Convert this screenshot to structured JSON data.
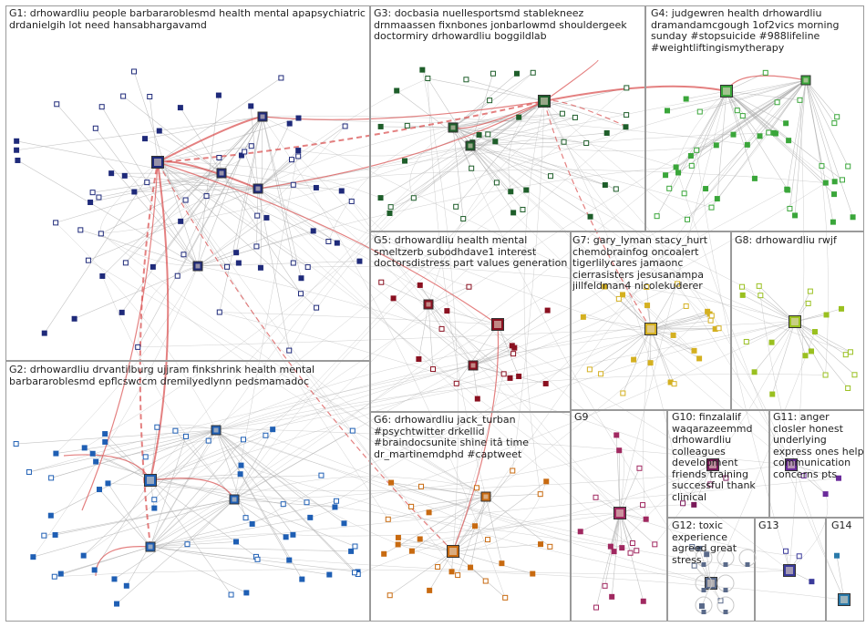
{
  "graph": {
    "background": "#ffffff",
    "box_border_color": "#9a9a9a",
    "edge_color": "#b0b0b0",
    "highlight_edge_color": "#d84a4a",
    "groups": [
      {
        "id": "G1",
        "label": "G1: drhowardliu people barbararoblesmd health mental apapsychiatric drdanielgih lot need hansabhargavamd",
        "color": "#1f2a7a"
      },
      {
        "id": "G2",
        "label": "G2: drhowardliu drvantilburg ujjram finkshrink health mental barbararoblesmd epflcswccm dremilyedlynn pedsmamadoc",
        "color": "#1f5fb4"
      },
      {
        "id": "G3",
        "label": "G3: docbasia nuellesportsmd stablekneez drnmaassen fixnbones jonbarlowmd shouldergeek doctormiry drhowardliu boggildlab",
        "color": "#1e5e2a"
      },
      {
        "id": "G4",
        "label": "G4: judgewren health drhowardliu dramandamcgough 1of2vics morning sunday #stopsuicide #988lifeline #weightliftingismytherapy",
        "color": "#3aa63a"
      },
      {
        "id": "G5",
        "label": "G5: drhowardliu health mental smeltzerb subodhdave1 interest doctorsdistress part values generation",
        "color": "#8a1020"
      },
      {
        "id": "G6",
        "label": "G6: drhowardliu jack_turban #psychtwitter drkellid #braindocsunite shine itâ time dr_martinemdphd #captweet",
        "color": "#c86a10"
      },
      {
        "id": "G7",
        "label": "G7: gary_lyman stacy_hurt chemobrainfog oncoalert tigerlilycares jamaonc cierrasisters jesusanampa jillfeldman4 nicolekuderer",
        "color": "#d4b020"
      },
      {
        "id": "G8",
        "label": "G8: drhowardliu rwjf",
        "color": "#9ac020"
      },
      {
        "id": "G9",
        "label": "G9",
        "color": "#a02860"
      },
      {
        "id": "G10",
        "label": "G10: finzalalif waqarazeemmd drhowardliu colleagues development friends training successful thank clinical",
        "color": "#7a1a5a"
      },
      {
        "id": "G11",
        "label": "G11: anger closler honest underlying express ones help communication concerns pts",
        "color": "#6a2a9a"
      },
      {
        "id": "G12",
        "label": "G12: toxic experience agreed great stress",
        "color": "#5a6a8a"
      },
      {
        "id": "G13",
        "label": "G13",
        "color": "#3a3a9a"
      },
      {
        "id": "G14",
        "label": "G14",
        "color": "#2a7aaa"
      }
    ]
  }
}
